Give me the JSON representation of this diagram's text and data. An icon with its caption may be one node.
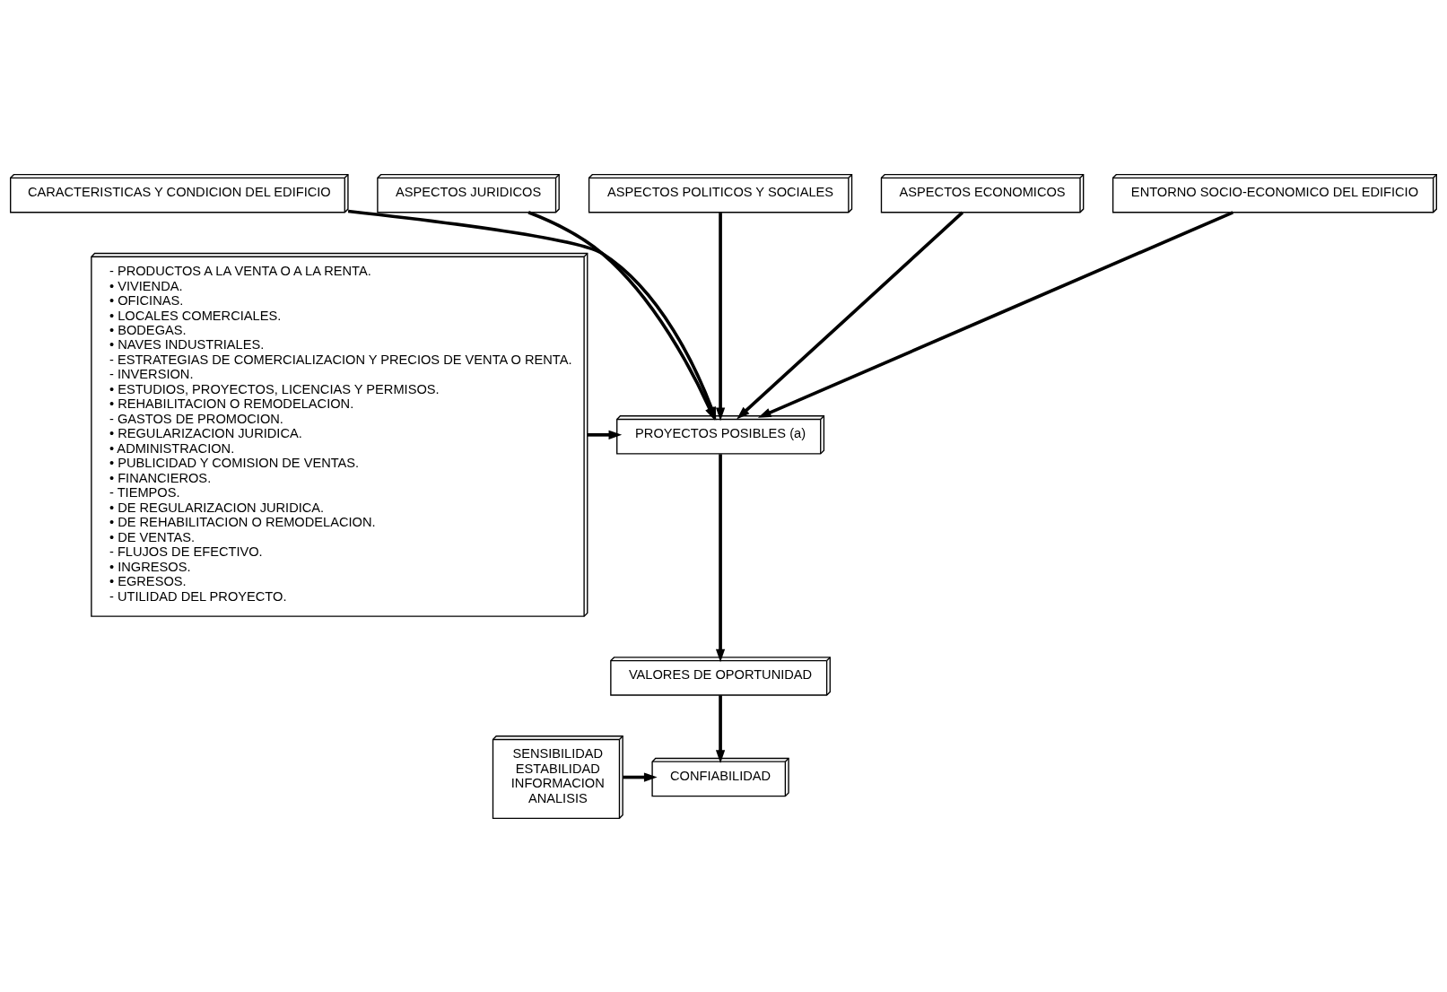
{
  "diagram": {
    "nodes": [
      {
        "text": [
          "CARACTERISTICAS Y CONDICION DEL EDIFICIO"
        ]
      },
      {
        "text": [
          "ASPECTOS JURIDICOS"
        ]
      },
      {
        "text": [
          "ASPECTOS POLITICOS Y SOCIALES"
        ]
      },
      {
        "text": [
          "ASPECTOS ECONOMICOS"
        ]
      },
      {
        "text": [
          "ENTORNO SOCIO-ECONOMICO DEL EDIFICIO"
        ]
      },
      {
        "text": [
          "PROYECTOS POSIBLES (a)"
        ]
      },
      {
        "text": [
          "VALORES DE OPORTUNIDAD"
        ]
      },
      {
        "text": [
          "CONFIABILIDAD"
        ]
      },
      {
        "text": [
          "SENSIBILIDAD",
          "ESTABILIDAD",
          "INFORMACION",
          "ANALISIS"
        ]
      },
      {
        "text": [
          "- PRODUCTOS A LA VENTA O A LA RENTA.",
          "• VIVIENDA.",
          "• OFICINAS.",
          "• LOCALES COMERCIALES.",
          "• BODEGAS.",
          "• NAVES INDUSTRIALES.",
          "- ESTRATEGIAS DE COMERCIALIZACION Y PRECIOS DE VENTA O RENTA.",
          "- INVERSION.",
          "• ESTUDIOS, PROYECTOS, LICENCIAS Y PERMISOS.",
          "• REHABILITACION O REMODELACION.",
          "- GASTOS DE PROMOCION.",
          "• REGULARIZACION JURIDICA.",
          "• ADMINISTRACION.",
          "• PUBLICIDAD Y COMISION DE VENTAS.",
          "• FINANCIEROS.",
          "- TIEMPOS.",
          "• DE REGULARIZACION JURIDICA.",
          "• DE REHABILITACION O REMODELACION.",
          "• DE VENTAS.",
          "- FLUJOS DE EFECTIVO.",
          "• INGRESOS.",
          "• EGRESOS.",
          "- UTILIDAD DEL PROYECTO."
        ]
      }
    ],
    "edges": [
      {
        "from": 0,
        "to": 5,
        "arrow": "to"
      },
      {
        "from": 1,
        "to": 5,
        "arrow": "to"
      },
      {
        "from": 2,
        "to": 5,
        "arrow": "to"
      },
      {
        "from": 3,
        "to": 5,
        "arrow": "to"
      },
      {
        "from": 4,
        "to": 5,
        "arrow": "to"
      },
      {
        "from": 9,
        "to": 5,
        "arrow": "to"
      },
      {
        "from": 5,
        "to": 6,
        "arrow": "to"
      },
      {
        "from": 6,
        "to": 7,
        "arrow": "to"
      },
      {
        "from": 8,
        "to": 7,
        "arrow": "to"
      }
    ]
  }
}
